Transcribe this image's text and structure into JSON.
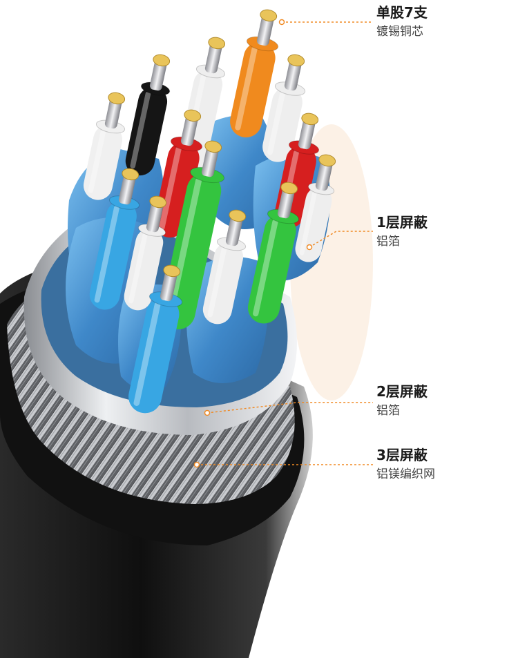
{
  "callouts": [
    {
      "title": "单股7支",
      "subtitle": "镀锡铜芯"
    },
    {
      "title": "1层屏蔽",
      "subtitle": "铝箔"
    },
    {
      "title": "2层屏蔽",
      "subtitle": "铝箔"
    },
    {
      "title": "3层屏蔽",
      "subtitle": "铝镁编织网"
    }
  ],
  "colors": {
    "leader_line": "#f08a24",
    "jacket": "#1b1b1b",
    "foil": "#c9ccd1",
    "inner_foil": "#4d9ad8",
    "conductor": "#b7b7bb",
    "conductor_tip": "#e9c45a"
  },
  "wires": [
    {
      "color": "#f0f0f0"
    },
    {
      "color": "#151515"
    },
    {
      "color": "#eeeeee"
    },
    {
      "color": "#f08a1e"
    },
    {
      "color": "#eeeeee"
    },
    {
      "color": "#d61f1f"
    },
    {
      "color": "#d61f1f"
    },
    {
      "color": "#eeeeee"
    },
    {
      "color": "#34c43f"
    },
    {
      "color": "#38a6e3"
    },
    {
      "color": "#eeeeee"
    },
    {
      "color": "#eeeeee"
    },
    {
      "color": "#34c43f"
    },
    {
      "color": "#38a6e3"
    }
  ]
}
